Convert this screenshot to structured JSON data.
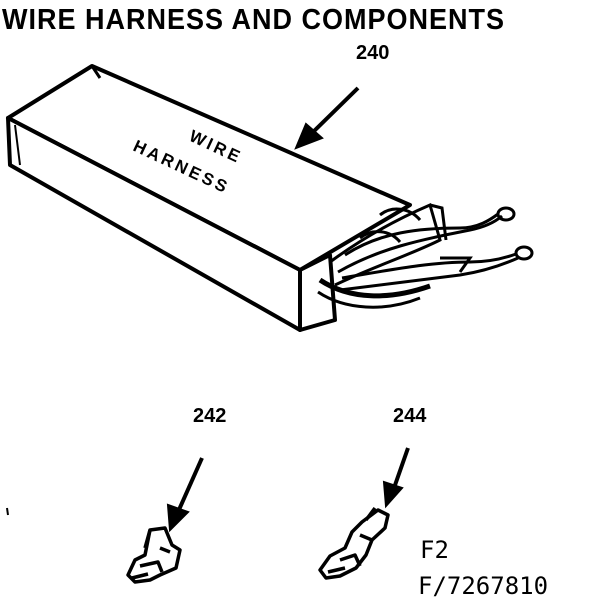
{
  "title": "WIRE HARNESS AND COMPONENTS",
  "box_label_line1": "WIRE",
  "box_label_line2": "HARNESS",
  "callouts": {
    "harness": "240",
    "terminal_a": "242",
    "terminal_b": "244"
  },
  "figure_label": "F2",
  "drawing_number": "F/7267810",
  "colors": {
    "ink": "#000000",
    "paper": "#ffffff"
  }
}
